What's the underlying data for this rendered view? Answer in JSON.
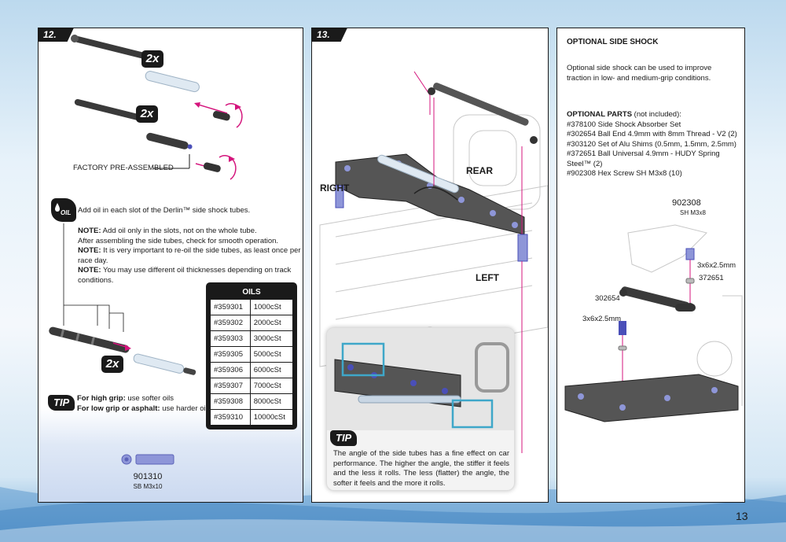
{
  "page_number": "13",
  "step12": {
    "badge": "12.",
    "mult_a": "2x",
    "mult_b": "2x",
    "mult_c": "2x",
    "factory_label": "FACTORY PRE-ASSEMBLED",
    "oil_icon_label": "OIL",
    "oil_instruction": "Add oil in each slot of the Derlin™ side shock tubes.",
    "notes": [
      {
        "prefix": "NOTE:",
        "text": " Add oil only in the slots, not on the whole tube."
      },
      {
        "prefix": "",
        "text": "After assembling the side tubes, check for smooth operation."
      },
      {
        "prefix": "NOTE:",
        "text": " It is very important to re-oil the side tubes, as least once per race day."
      },
      {
        "prefix": "NOTE:",
        "text": " You may use different oil thicknesses depending on track conditions."
      }
    ],
    "tip_badge": "TIP",
    "tip_lines": [
      {
        "bold": "For high grip:",
        "text": " use softer oils"
      },
      {
        "bold": "For low grip or asphalt:",
        "text": " use harder oils"
      }
    ],
    "oils": {
      "header": "OILS",
      "rows": [
        [
          "#359301",
          "1000cSt"
        ],
        [
          "#359302",
          "2000cSt"
        ],
        [
          "#359303",
          "3000cSt"
        ],
        [
          "#359305",
          "5000cSt"
        ],
        [
          "#359306",
          "6000cSt"
        ],
        [
          "#359307",
          "7000cSt"
        ],
        [
          "#359308",
          "8000cSt"
        ],
        [
          "#359310",
          "10000cSt"
        ]
      ]
    },
    "part_number": "901310",
    "part_desc": "SB M3x10"
  },
  "step13": {
    "badge": "13.",
    "label_rear": "REAR",
    "label_right": "RIGHT",
    "label_left": "LEFT",
    "tip_badge": "TIP",
    "tip_text": "The angle of the side tubes has a fine effect on car performance. The higher the angle, the stiffer it feels and the less it rolls. The less (flatter) the angle, the softer it feels and the more it rolls."
  },
  "optional": {
    "title": "OPTIONAL SIDE SHOCK",
    "intro": "Optional side shock can be used to improve traction in low- and medium-grip conditions.",
    "parts_title": "OPTIONAL PARTS",
    "parts_suffix": " (not included):",
    "parts": [
      "#378100 Side Shock Absorber Set",
      "#302654 Ball End 4.9mm with 8mm Thread - V2 (2)",
      "#303120 Set of Alu Shims (0.5mm, 1.5mm, 2.5mm)",
      "#372651 Ball Universal 4.9mm - HUDY Spring Steel™ (2)",
      "#902308 Hex Screw SH M3x8 (10)"
    ],
    "callouts": {
      "screw_num": "902308",
      "screw_desc": "SH M3x8",
      "shim_upper": "3x6x2.5mm",
      "ball_num": "372651",
      "ballend_num": "302654",
      "shim_lower": "3x6x2.5mm"
    }
  },
  "colors": {
    "accent": "#d4147c",
    "ink": "#1a1a1a",
    "highlight": "#3ea7c9",
    "hardware": "#4a4fb8"
  }
}
